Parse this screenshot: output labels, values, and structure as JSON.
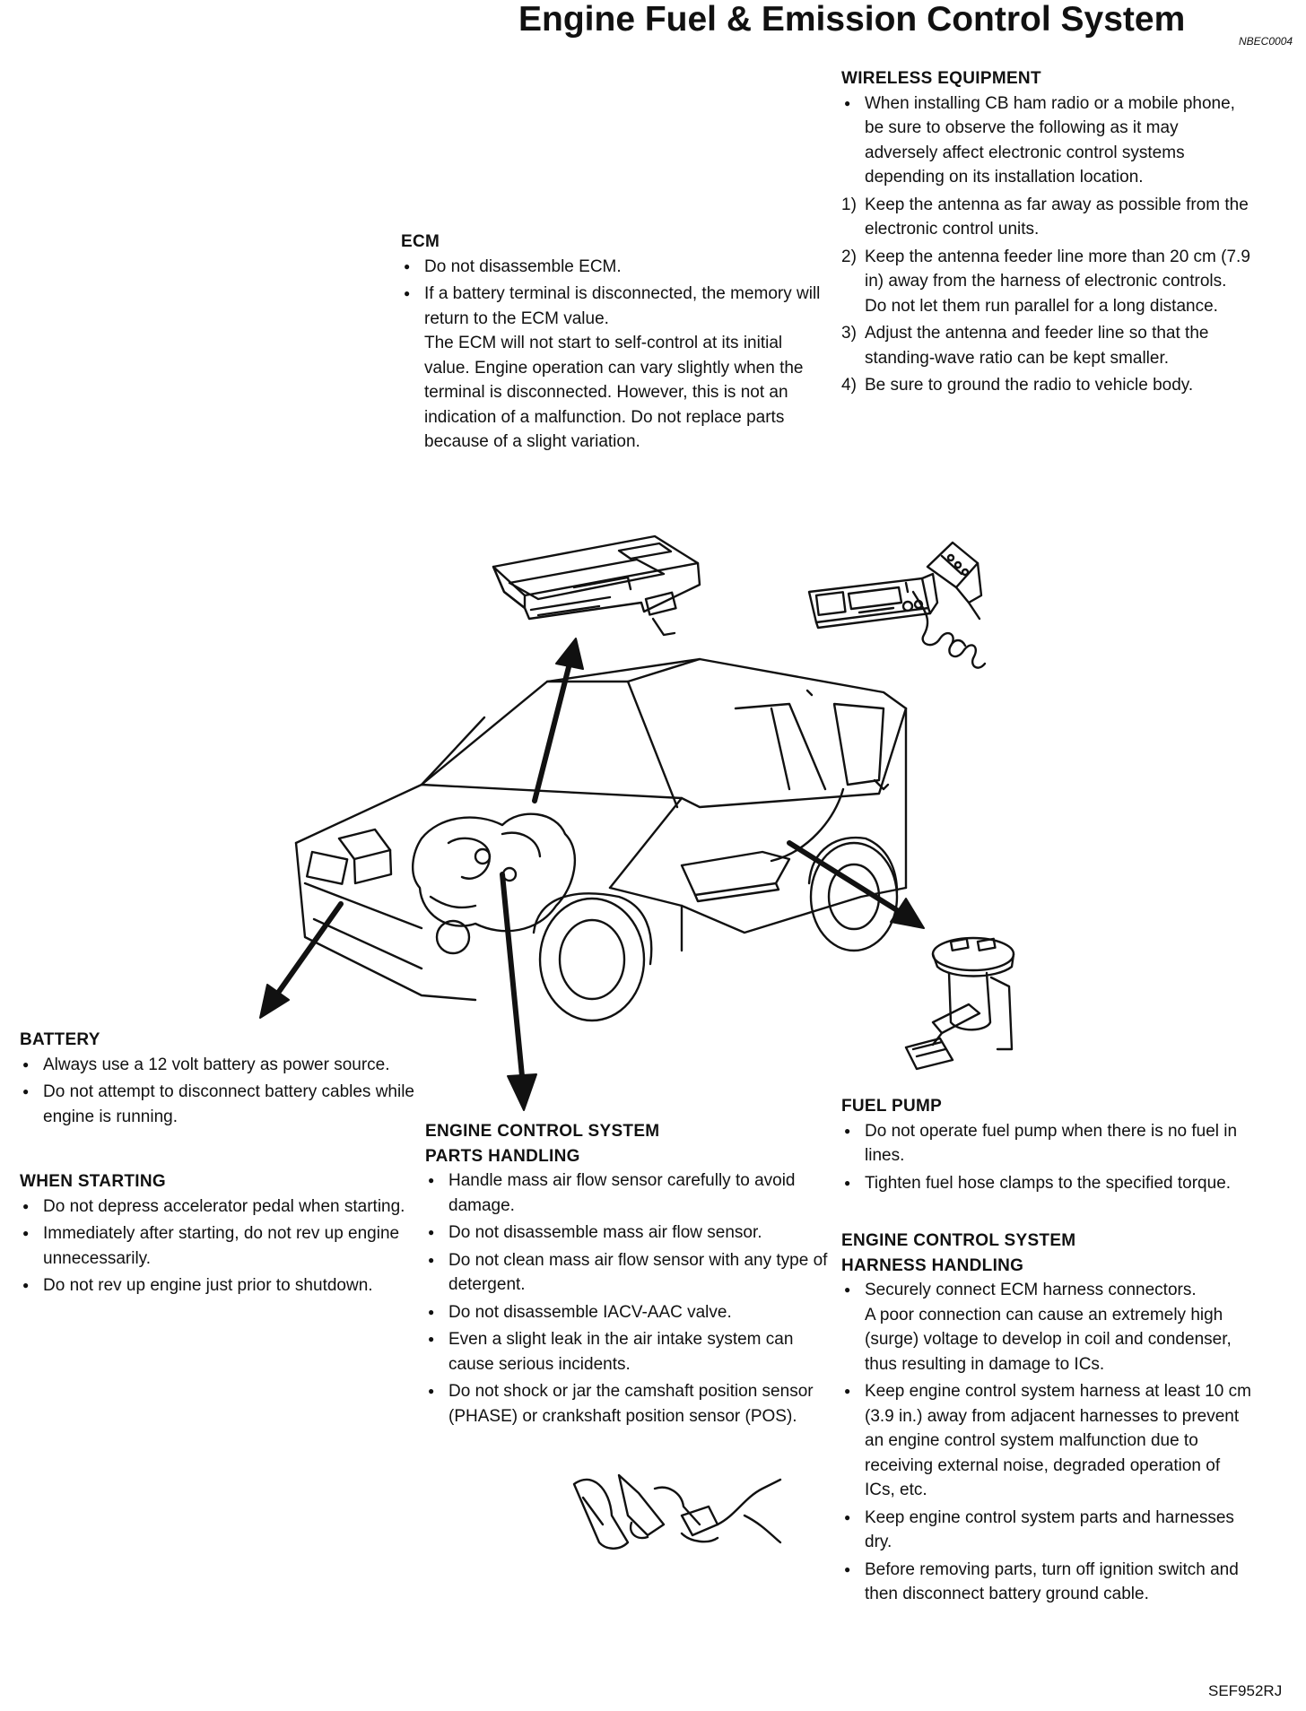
{
  "header": {
    "title": "Engine Fuel & Emission Control System",
    "section_code": "NBEC0004"
  },
  "figure_code": "SEF952RJ",
  "wireless": {
    "heading": "WIRELESS EQUIPMENT",
    "intro": "When installing CB ham radio or a mobile phone, be sure to observe the following as it may adversely affect electronic control systems depending on its installation location.",
    "steps": [
      {
        "num": "1)",
        "text": "Keep the antenna as far away as possible from the electronic control units."
      },
      {
        "num": "2)",
        "text": "Keep the antenna feeder line more than 20 cm (7.9 in) away from the harness of electronic controls.",
        "note": "Do not let them run parallel for a long distance."
      },
      {
        "num": "3)",
        "text": "Adjust the antenna and feeder line so that the standing-wave ratio can be kept smaller."
      },
      {
        "num": "4)",
        "text": "Be sure to ground the radio to vehicle body."
      }
    ]
  },
  "ecm": {
    "heading": "ECM",
    "items": [
      {
        "text": "Do not disassemble ECM."
      },
      {
        "text": "If a battery terminal is disconnected, the memory will return to the ECM value.",
        "note": "The ECM will not start to self-control at its initial value. Engine operation can vary slightly when the terminal is disconnected. However, this is not an indication of a malfunction. Do not replace parts because of a slight variation."
      }
    ]
  },
  "battery": {
    "heading": "BATTERY",
    "items": [
      {
        "text": "Always use a 12 volt battery as power source."
      },
      {
        "text": "Do not attempt to disconnect battery cables while engine is running."
      }
    ]
  },
  "starting": {
    "heading": "WHEN STARTING",
    "items": [
      {
        "text": "Do not depress accelerator pedal when starting."
      },
      {
        "text": "Immediately after starting, do not rev up engine unnecessarily."
      },
      {
        "text": "Do not rev up engine just prior to shutdown."
      }
    ]
  },
  "parts": {
    "heading_line1": "ENGINE CONTROL SYSTEM",
    "heading_line2": "PARTS HANDLING",
    "items": [
      {
        "text": "Handle mass air flow sensor carefully to avoid damage."
      },
      {
        "text": "Do not disassemble mass air flow sensor."
      },
      {
        "text": "Do not clean mass air flow sensor with any type of detergent."
      },
      {
        "text": "Do not disassemble IACV-AAC valve."
      },
      {
        "text": "Even a slight leak in the air intake system can cause serious incidents."
      },
      {
        "text": "Do not shock or jar the camshaft position sensor (PHASE) or crankshaft position sensor (POS)."
      }
    ]
  },
  "fuelpump": {
    "heading": "FUEL PUMP",
    "items": [
      {
        "text": "Do not operate fuel pump when there is no fuel in lines."
      },
      {
        "text": "Tighten fuel hose clamps to the specified torque."
      }
    ]
  },
  "harness": {
    "heading_line1": "ENGINE CONTROL SYSTEM",
    "heading_line2": "HARNESS HANDLING",
    "items": [
      {
        "text": "Securely connect ECM harness connectors.",
        "note": "A poor connection can cause an extremely high (surge) voltage to develop in coil and condenser, thus resulting in damage to ICs."
      },
      {
        "text": "Keep engine control system harness at least 10 cm (3.9 in.) away from adjacent harnesses to prevent an engine control system malfunction due to receiving external noise, degraded operation of ICs, etc."
      },
      {
        "text": "Keep engine control system parts and harnesses dry."
      },
      {
        "text": "Before removing parts, turn off ignition switch and then disconnect battery ground cable."
      }
    ]
  }
}
